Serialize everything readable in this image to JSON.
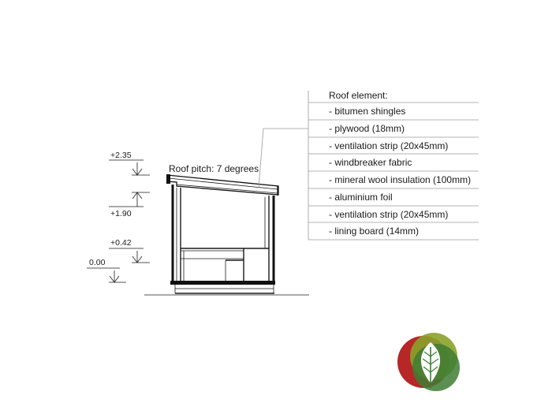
{
  "diagram": {
    "roof_pitch_label": "Roof pitch: 7 degrees",
    "elevations": [
      {
        "label": "+2.35"
      },
      {
        "label": "+1.90"
      },
      {
        "label": "+0.42"
      },
      {
        "label": "0.00"
      }
    ],
    "legend": {
      "title": "Roof element:",
      "items": [
        "- bitumen shingles",
        "- plywood (18mm)",
        "- ventilation strip (20x45mm)",
        "- windbreaker fabric",
        "- mineral wool insulation (100mm)",
        "- aluminium foil",
        "- ventilation strip (20x45mm)",
        "- lining board (14mm)"
      ]
    }
  },
  "logo": {
    "colors": {
      "olive": "#8aa22a",
      "green": "#3e7d34",
      "red": "#b31b1b",
      "leaf": "#ffffff"
    }
  }
}
